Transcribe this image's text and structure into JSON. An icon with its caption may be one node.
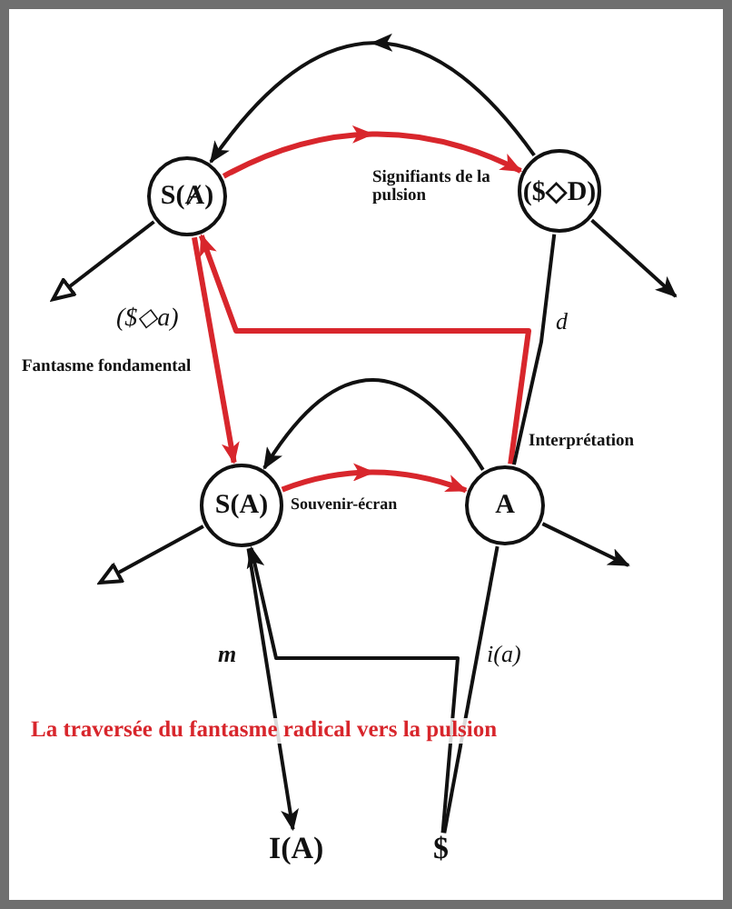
{
  "diagram": {
    "nodes": [
      {
        "text": [
          "S(Ⱥ)"
        ]
      },
      {
        "text": [
          "($◇D)"
        ]
      },
      {
        "text": [
          "S(A)"
        ]
      },
      {
        "text": [
          "A"
        ]
      },
      {
        "text": [
          "I(A)"
        ]
      },
      {
        "text": [
          "$"
        ]
      }
    ],
    "edges": [
      {
        "from": 1,
        "to": 0,
        "arrow": "to"
      },
      {
        "from": 0,
        "to": 1,
        "arrow": "to",
        "color": "#d8262c"
      },
      {
        "from": 0,
        "to": null,
        "arrow": "to"
      },
      {
        "from": 1,
        "to": null,
        "arrow": "to"
      },
      {
        "from": 0,
        "to": 2,
        "arrow": "to",
        "color": "#d8262c"
      },
      {
        "from": 3,
        "to": 0,
        "arrow": "to",
        "color": "#d8262c"
      },
      {
        "from": 1,
        "to": 3,
        "arrow": "none"
      },
      {
        "from": 3,
        "to": 2,
        "arrow": "to"
      },
      {
        "from": 2,
        "to": 3,
        "arrow": "to",
        "color": "#d8262c"
      },
      {
        "from": 2,
        "to": null,
        "arrow": "to"
      },
      {
        "from": 3,
        "to": null,
        "arrow": "to"
      },
      {
        "from": 5,
        "to": 3,
        "arrow": "none"
      },
      {
        "from": 5,
        "to": 2,
        "arrow": "to"
      },
      {
        "from": 2,
        "to": 4,
        "arrow": "to"
      }
    ],
    "labels": [
      "Signifiants de la pulsion",
      "($◇a)",
      "d",
      "Fantasme fondamental",
      "Interprétation",
      "Souvenir-écran",
      "m",
      "i(a)",
      "La traversée du fantasme radical vers la pulsion"
    ]
  }
}
